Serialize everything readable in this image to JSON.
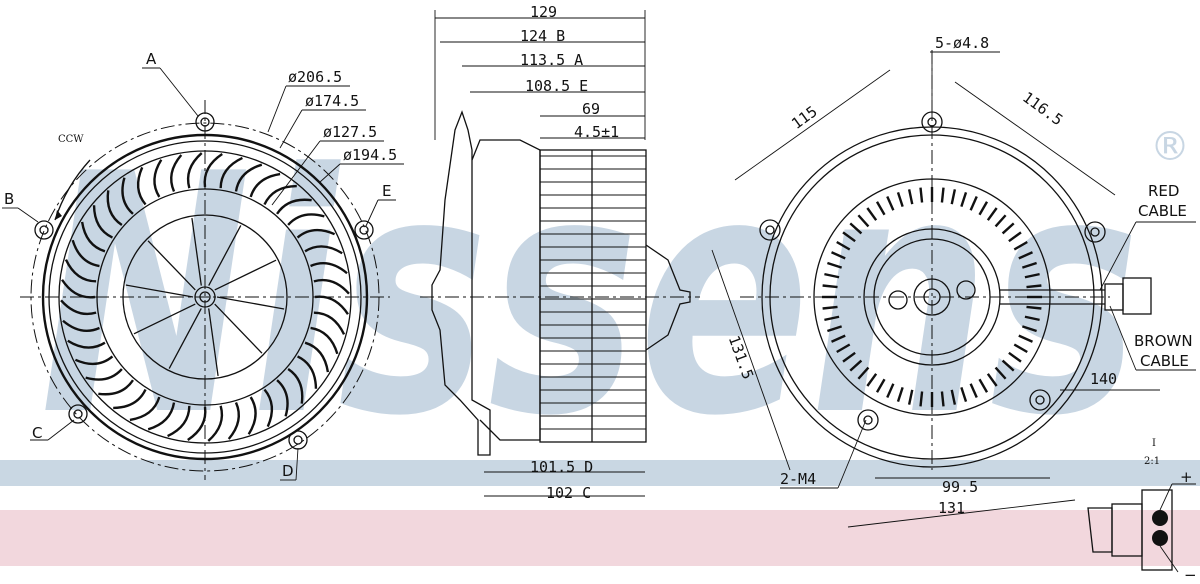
{
  "watermark": {
    "brand": "Nissens",
    "registered_mark": "®"
  },
  "colors": {
    "band_blue": "#c9d7e3",
    "band_pink": "#f2d7dd",
    "line": "#111111"
  },
  "front_view": {
    "points": [
      "A",
      "B",
      "C",
      "D",
      "E"
    ],
    "rotation": "CCW",
    "diameters": [
      "ø206.5",
      "ø174.5",
      "ø127.5",
      "ø194.5"
    ]
  },
  "side_view": {
    "top_dims": [
      "129",
      "124 B",
      "113.5 A",
      "108.5 E",
      "69",
      "4.5±1"
    ],
    "bottom_dims": [
      "101.5 D",
      "102 C"
    ]
  },
  "rear_view": {
    "holes": "5-ø4.8",
    "dims": [
      "115",
      "116.5",
      "131.5",
      "140",
      "99.5",
      "131"
    ],
    "thread": "2-M4",
    "red_cable": [
      "RED",
      "CABLE"
    ],
    "brown_cable": [
      "BROWN",
      "CABLE"
    ]
  },
  "detail": {
    "label": "I",
    "scale": "2:1",
    "plus": "+",
    "minus": "−"
  }
}
